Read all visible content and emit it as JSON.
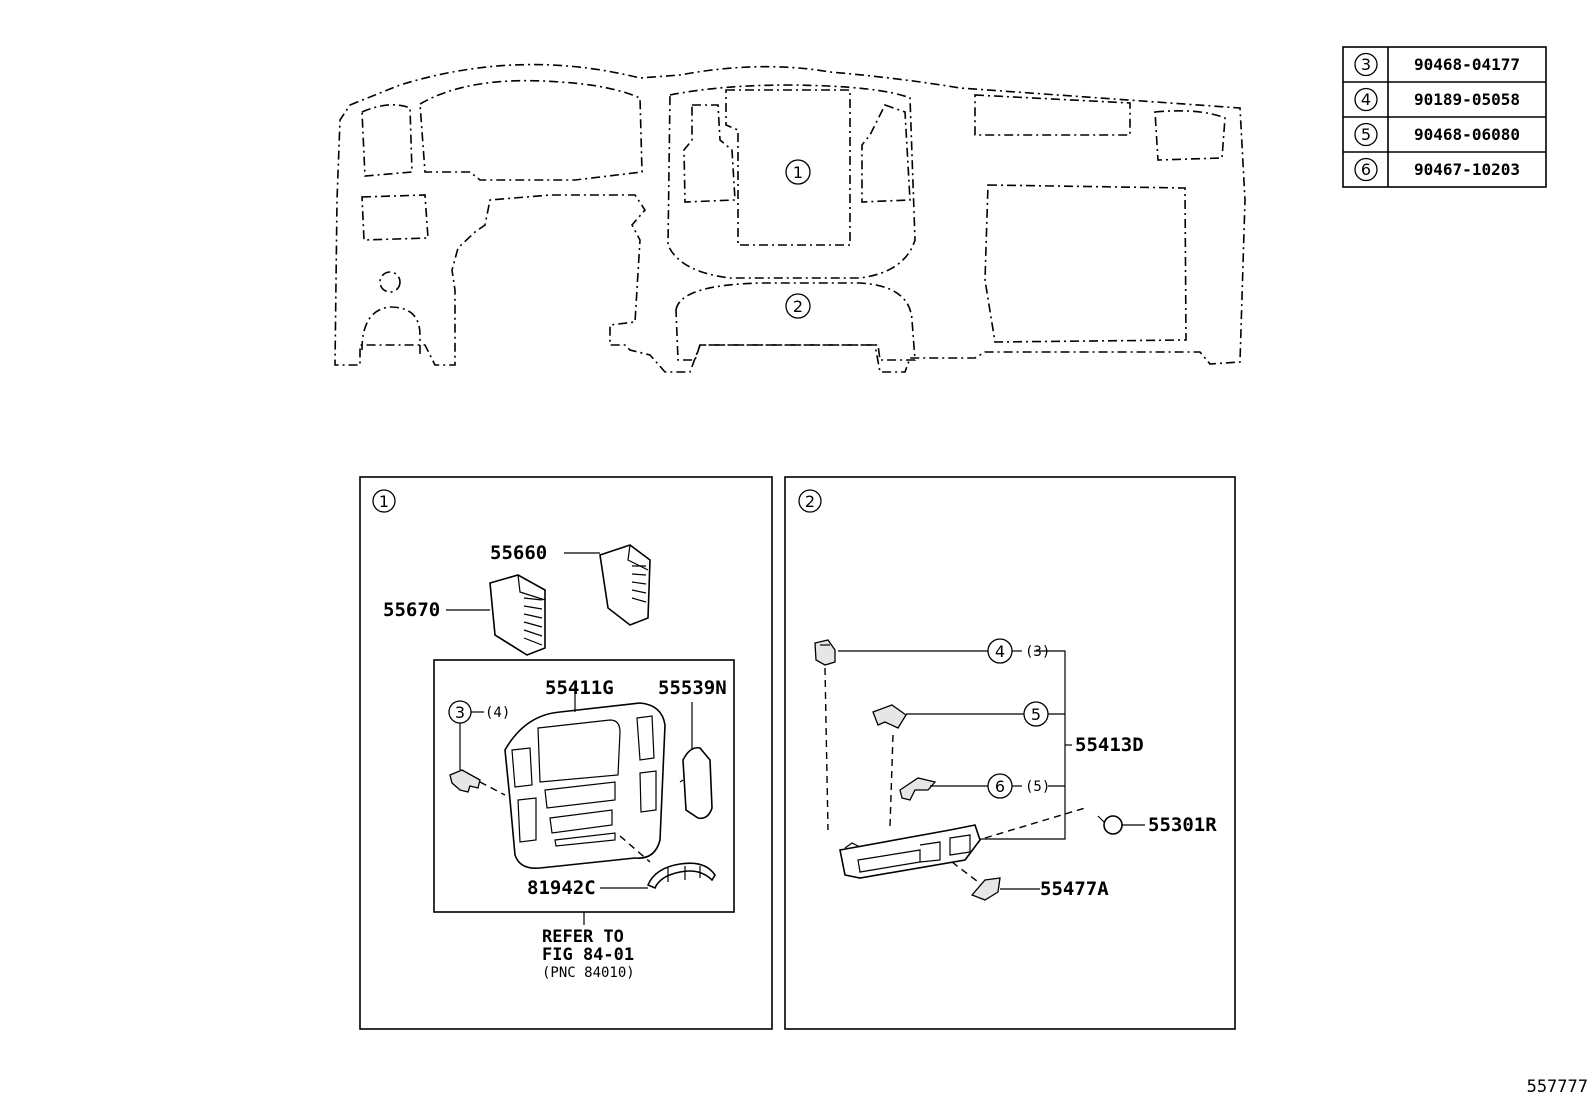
{
  "part_table": [
    {
      "ref": "3",
      "part_no": "90468-04177"
    },
    {
      "ref": "4",
      "part_no": "90189-05058"
    },
    {
      "ref": "5",
      "part_no": "90468-06080"
    },
    {
      "ref": "6",
      "part_no": "90467-10203"
    }
  ],
  "dashboard": {
    "callout_1": "1",
    "callout_2": "2"
  },
  "panel_1": {
    "id": "1",
    "parts": {
      "p55660": "55660",
      "p55670": "55670",
      "p55411g": "55411G",
      "p55539n": "55539N",
      "p81942c": "81942C"
    },
    "screw_ref": "3",
    "screw_qty": "(4)",
    "refer_line1": "REFER TO",
    "refer_line2": "FIG 84-01",
    "refer_line3": "(PNC 84010)"
  },
  "panel_2": {
    "id": "2",
    "parts": {
      "p55413d": "55413D",
      "p55301r": "55301R",
      "p55477a": "55477A"
    },
    "ref_4": "4",
    "ref_4_qty": "(3)",
    "ref_5": "5",
    "ref_6": "6",
    "ref_6_qty": "(5)"
  },
  "illustration_no": "557777"
}
